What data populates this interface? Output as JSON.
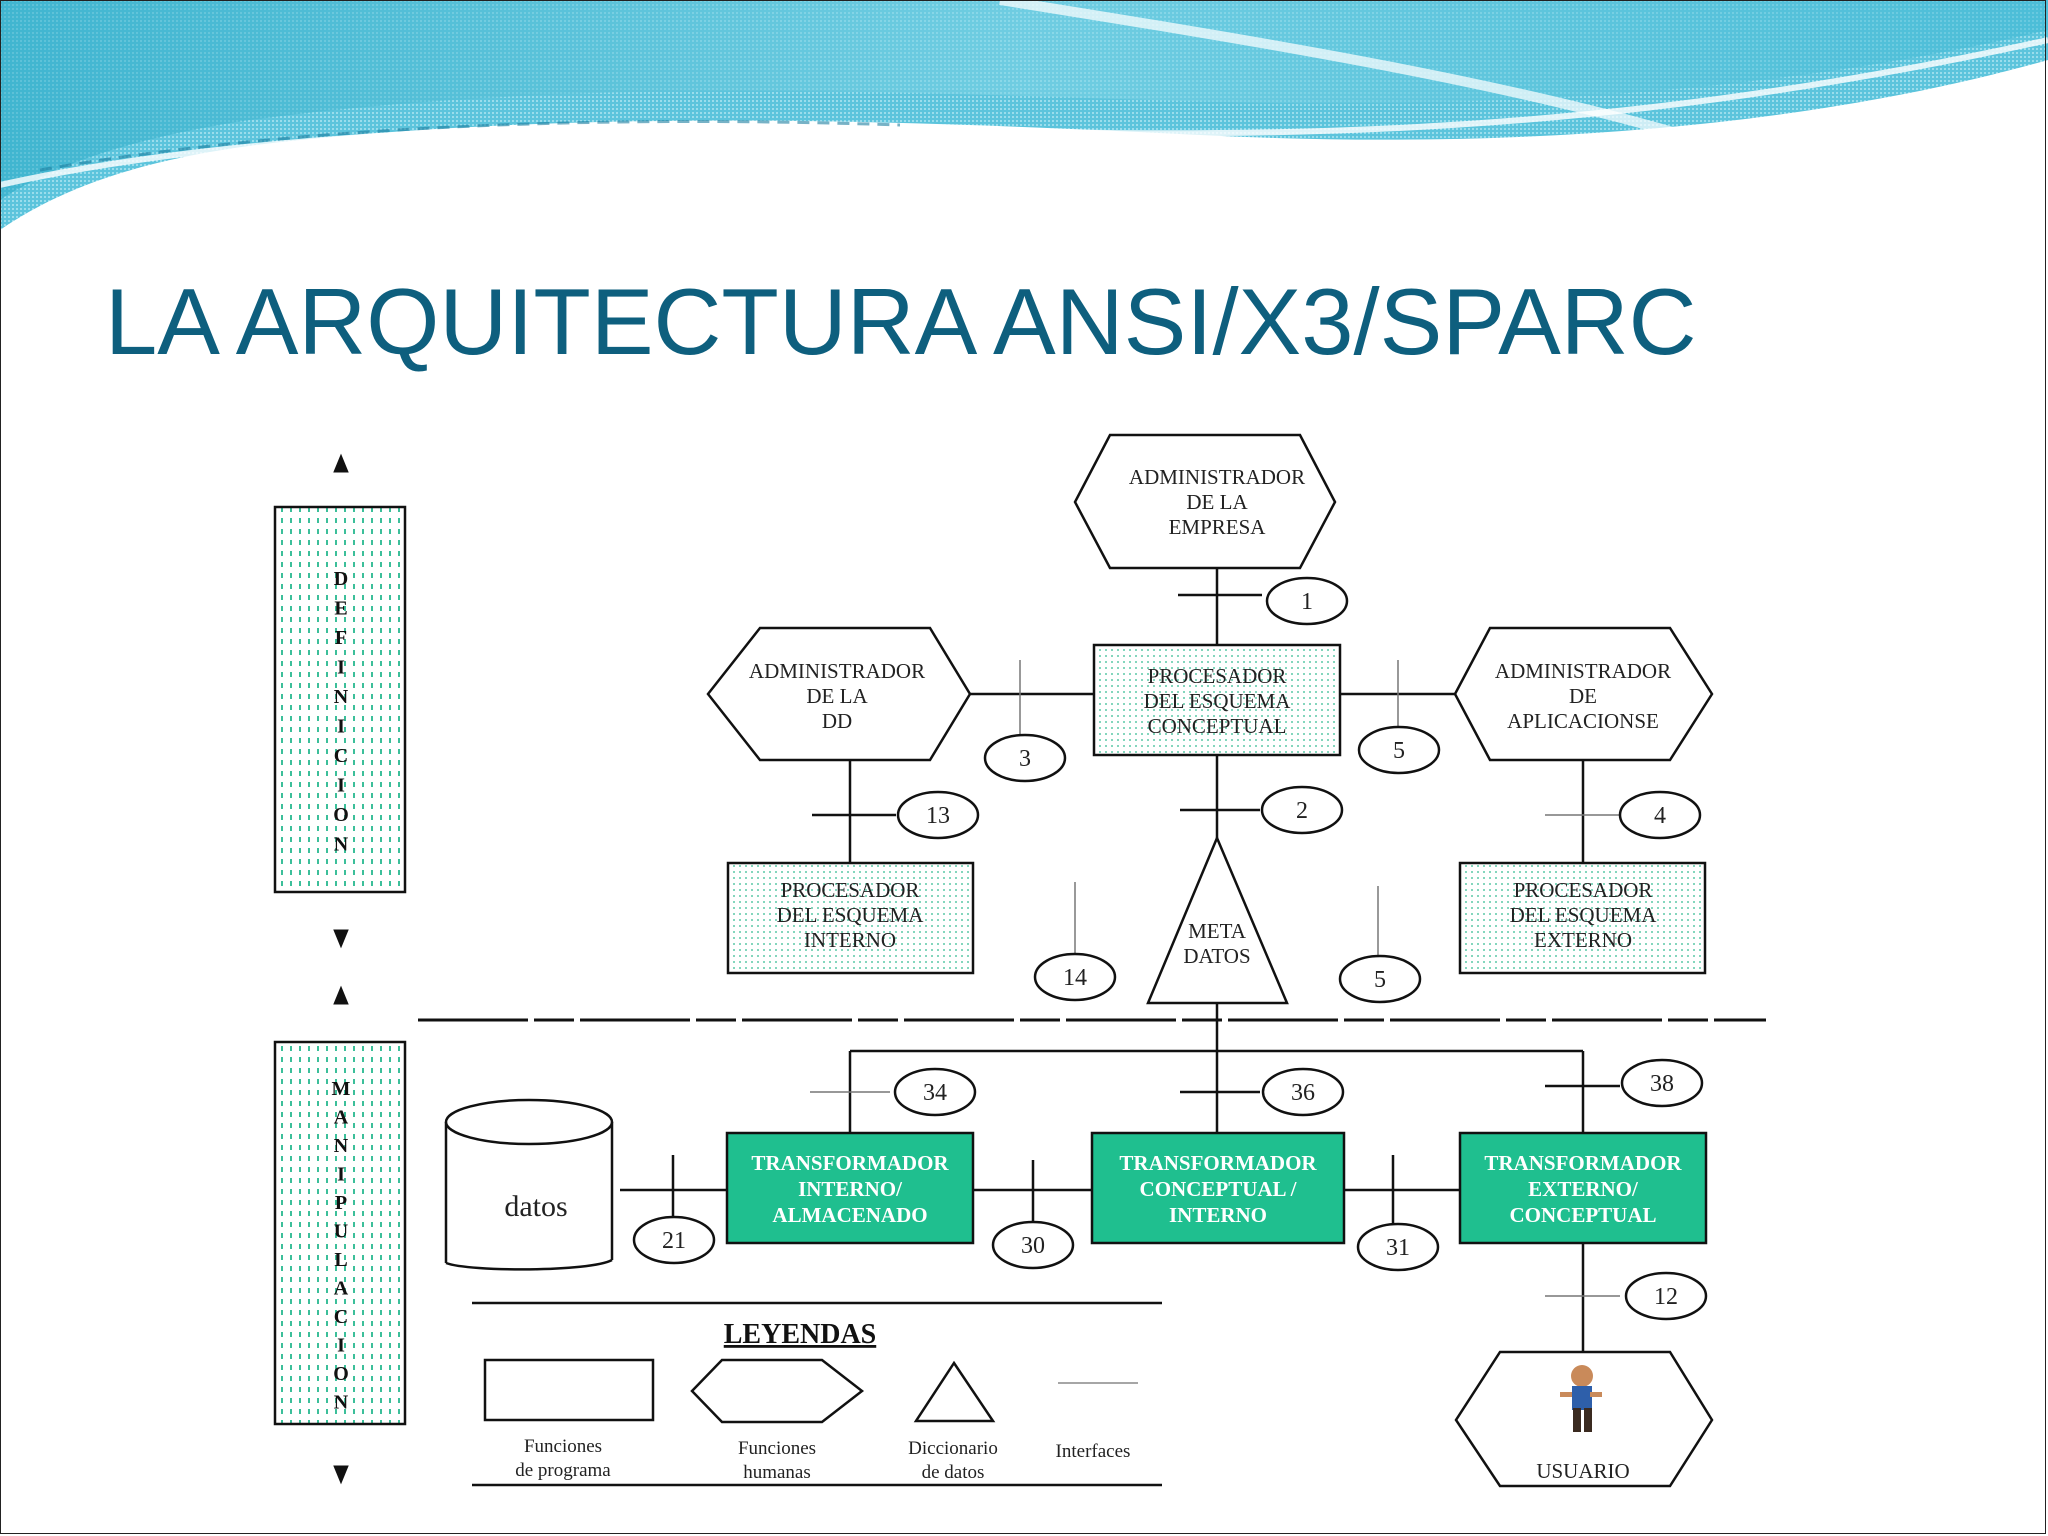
{
  "slide": {
    "title": "LA ARQUITECTURA ANSI/X3/SPARC"
  },
  "side_labels": {
    "definition": "DEFINICION",
    "manipulation": "MANIPULACION"
  },
  "nodes": {
    "admin_empresa": [
      "ADMINISTRADOR",
      "DE LA",
      "EMPRESA"
    ],
    "admin_dd": [
      "ADMINISTRADOR",
      "DE LA",
      "DD"
    ],
    "admin_aplicaciones": [
      "ADMINISTRADOR",
      "DE",
      "APLICACIONSE"
    ],
    "proc_conceptual": [
      "PROCESADOR",
      "DEL ESQUEMA",
      "CONCEPTUAL"
    ],
    "proc_interno": [
      "PROCESADOR",
      "DEL ESQUEMA",
      "INTERNO"
    ],
    "proc_externo": [
      "PROCESADOR",
      "DEL ESQUEMA",
      "EXTERNO"
    ],
    "metadatos": [
      "META",
      "DATOS"
    ],
    "trans_interno": [
      "TRANSFORMADOR",
      "INTERNO/",
      "ALMACENADO"
    ],
    "trans_conceptual": [
      "TRANSFORMADOR",
      "CONCEPTUAL /",
      "INTERNO"
    ],
    "trans_externo": [
      "TRANSFORMADOR",
      "EXTERNO/",
      "CONCEPTUAL"
    ],
    "datos": "datos",
    "usuario": "USUARIO"
  },
  "interfaces": {
    "i1": "1",
    "i2": "2",
    "i3": "3",
    "i4": "4",
    "i5a": "5",
    "i5b": "5",
    "i13": "13",
    "i14": "14",
    "i34": "34",
    "i36": "36",
    "i38": "38",
    "i21": "21",
    "i30": "30",
    "i31": "31",
    "i12": "12"
  },
  "legend": {
    "title": "LEYENDAS",
    "items": [
      [
        "Funciones",
        "de programa"
      ],
      [
        "Funciones",
        "humanas"
      ],
      [
        "Diccionario",
        "de datos"
      ],
      [
        "Interfaces"
      ]
    ]
  },
  "colors": {
    "title": "#0e5f7e",
    "teal": "#1fbf8f",
    "teal_dots": "#3cbf9a"
  }
}
